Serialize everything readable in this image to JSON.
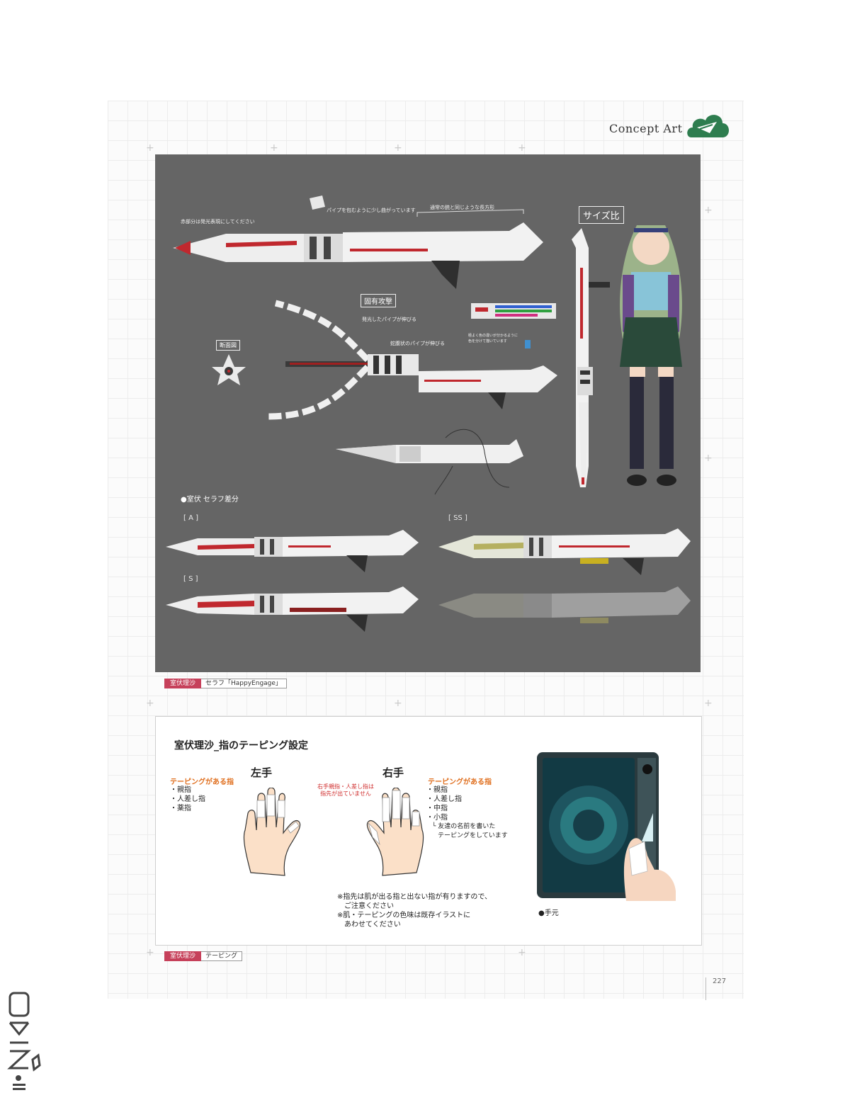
{
  "header": {
    "section_title": "Concept Art"
  },
  "art_panel": {
    "size_label": "サイズ比",
    "annotations": {
      "red_parts": "赤部分は発光表現にしてください",
      "pipe_wrap": "パイプを包むように少し曲がっています",
      "rect_shape": "通常の銃と同じような長方形",
      "special_attack": "固有攻撃",
      "glowing_pipe": "発光したパイプが伸びる",
      "snake_pipe": "蛇腹状のパイプが伸びる",
      "cross_section": "断面図",
      "color_note_1": "極よく色の違いが分かるように",
      "color_note_2": "色を分けて描いています"
    },
    "variant_heading": "●室伏 セラフ差分",
    "variant_tags": [
      "[ A ]",
      "[ S ]",
      "[ SS ]"
    ]
  },
  "caption_art": {
    "name": "室伏理沙",
    "work": "セラフ「HappyEngage」"
  },
  "taping": {
    "title": "室伏理沙_指のテーピング設定",
    "left_hand": {
      "heading": "左手",
      "list_title": "テーピングがある指",
      "fingers": [
        "・親指",
        "・人差し指",
        "・薬指"
      ]
    },
    "right_hand": {
      "heading": "右手",
      "list_title": "テーピングがある指",
      "fingers": [
        "・親指",
        "・人差し指",
        "・中指",
        "・小指"
      ],
      "pinky_note_1": "└ 友達の名前を書いた",
      "pinky_note_2": "テーピングをしています",
      "red_note_1": "右手親指・人差し指は",
      "red_note_2": "指先が出ていません"
    },
    "notes": [
      "※指先は肌が出る指と出ない指が有りますので、",
      "　ご注意ください",
      "※肌・テーピングの色味は既存イラストに",
      "　あわせてください"
    ],
    "hand_label": "●手元"
  },
  "caption_tape": {
    "name": "室伏理沙",
    "work": "テーピング"
  },
  "page_number": "227",
  "colors": {
    "accent_red": "#c6405a",
    "logo_green": "#2e7d4f",
    "panel_gray": "#656565",
    "orange": "#e07020"
  }
}
